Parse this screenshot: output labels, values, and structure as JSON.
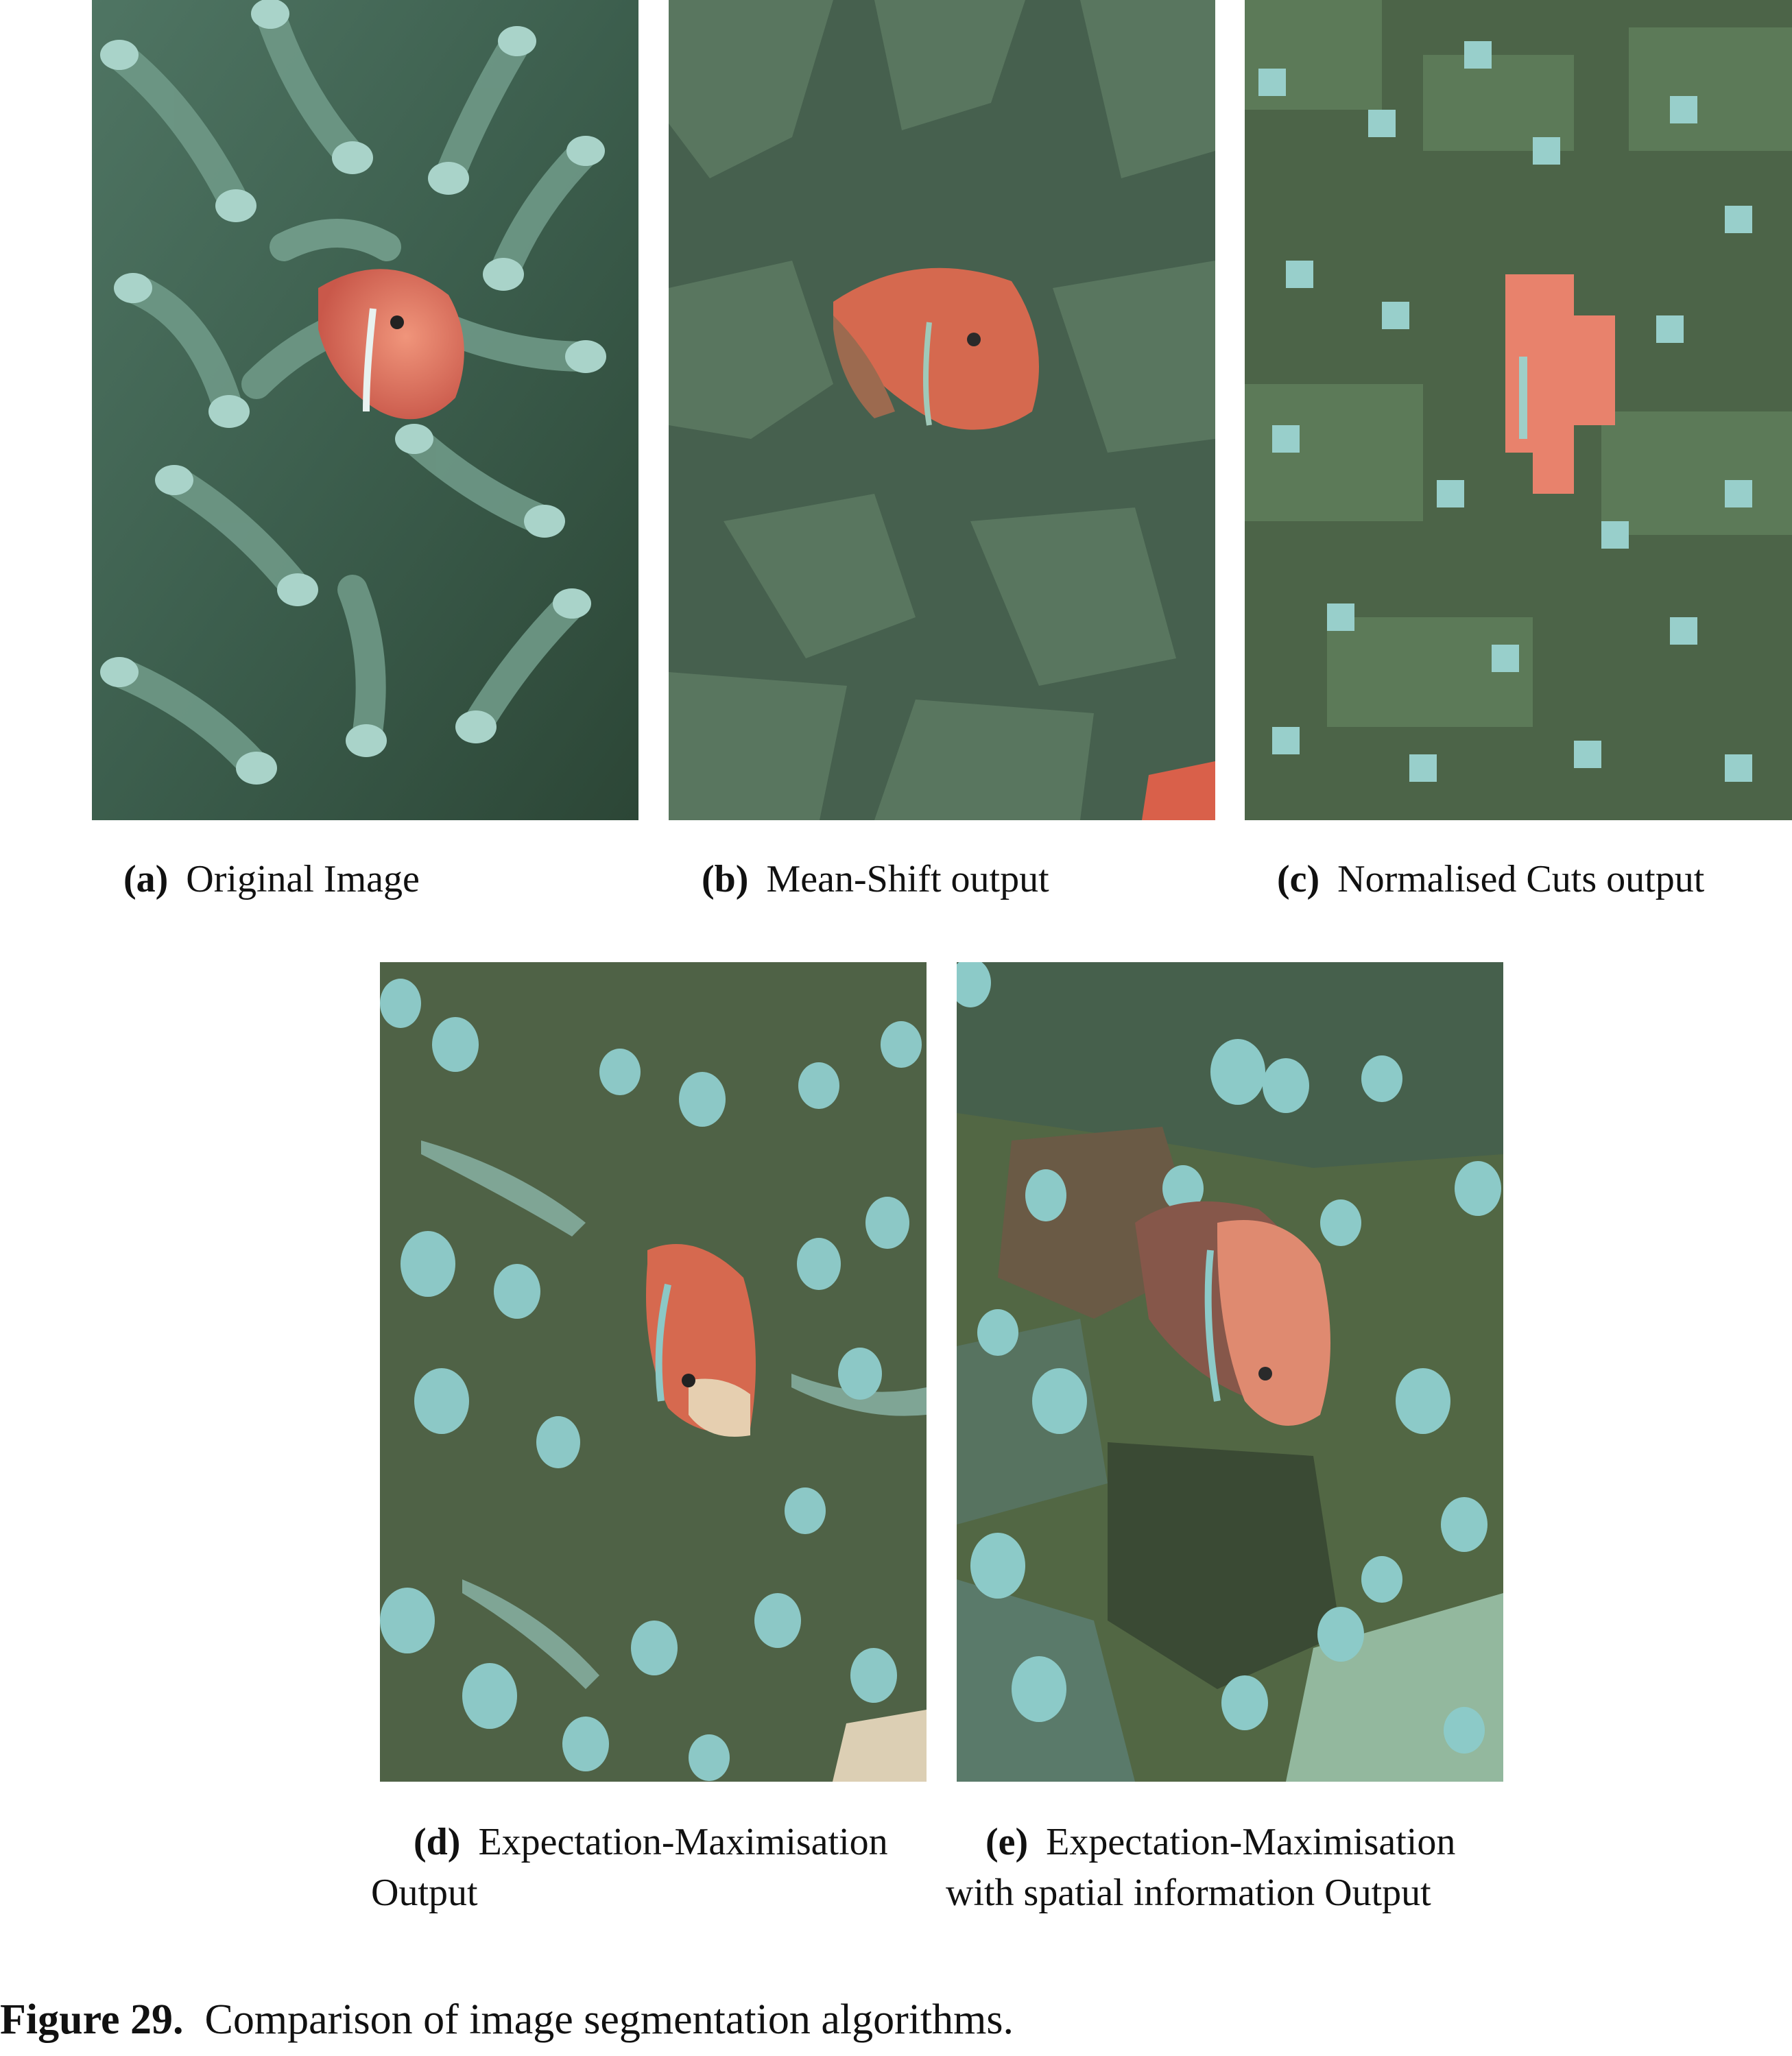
{
  "panels": [
    {
      "id": "a",
      "letter": "(a)",
      "caption": "Original Image"
    },
    {
      "id": "b",
      "letter": "(b)",
      "caption": "Mean-Shift output"
    },
    {
      "id": "c",
      "letter": "(c)",
      "caption": "Normalised Cuts output"
    },
    {
      "id": "d",
      "letter": "(d)",
      "caption_line1": "Expectation-Maximisation",
      "caption_line2": "Output"
    },
    {
      "id": "e",
      "letter": "(e)",
      "caption_line1": "Expectation-Maximisation",
      "caption_line2": "with spatial information Output"
    }
  ],
  "figure": {
    "label": "Figure 29.",
    "caption": "Comparison of image segmentation algorithms."
  },
  "colors": {
    "background": "#ffffff",
    "anemone_dark": "#2f4a3a",
    "anemone_mid": "#567a63",
    "tentacle_tip": "#9ec9c0",
    "segment_green": "#51644a",
    "segment_cyan": "#8ec9c6",
    "fish_orange": "#d9664d",
    "fish_brown": "#8a5a46"
  }
}
